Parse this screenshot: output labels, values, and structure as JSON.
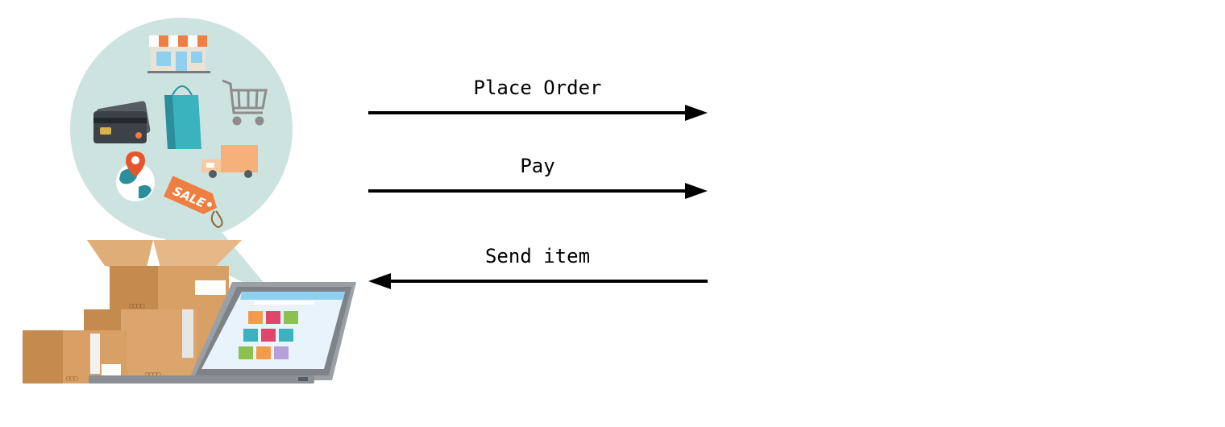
{
  "diagram": {
    "messages": [
      {
        "label": "Place Order",
        "direction": "right"
      },
      {
        "label": "Pay",
        "direction": "right"
      },
      {
        "label": "Send item",
        "direction": "left"
      }
    ],
    "illustration": {
      "sale_tag_text": "SALE"
    },
    "colors": {
      "bubble": "#cde3df",
      "box": "#d9a066",
      "box_dark": "#c58a4e",
      "laptop_body": "#9aa0a6",
      "screen_bg": "#e8f3fb",
      "arrow": "#000000"
    }
  }
}
